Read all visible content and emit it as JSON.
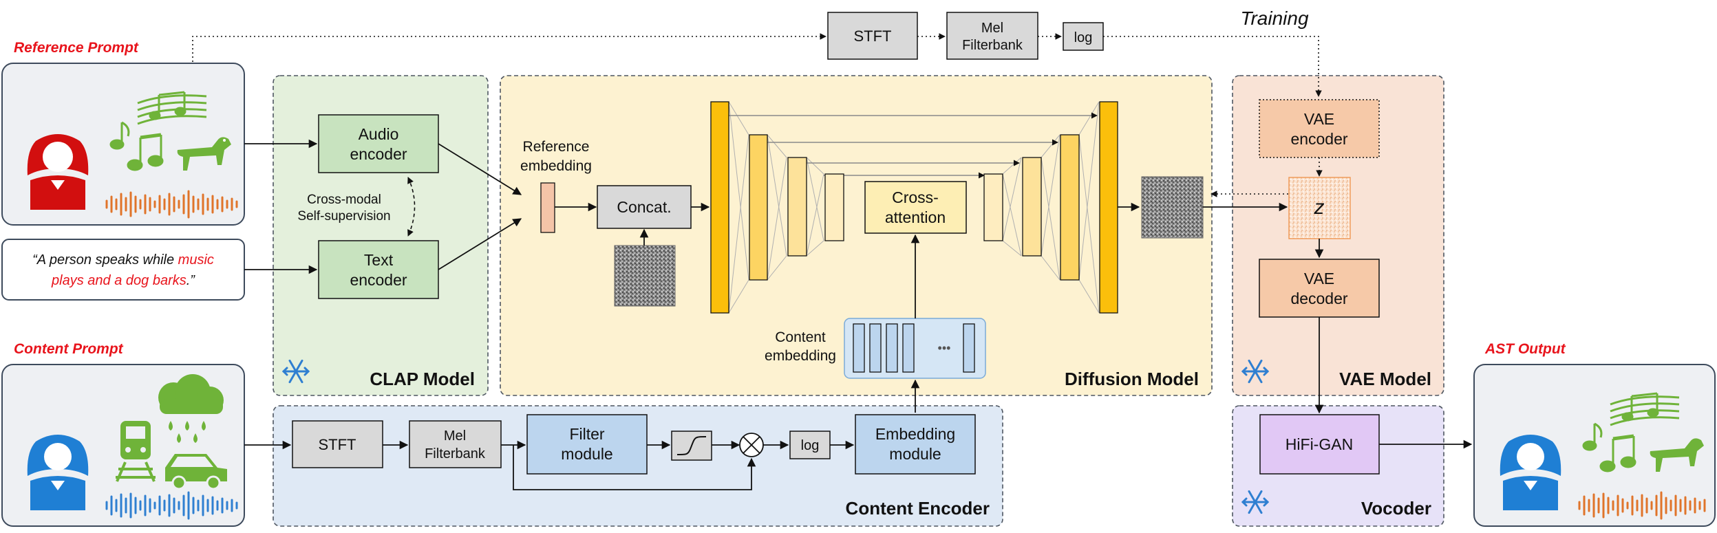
{
  "labels": {
    "training": "Training",
    "reference_prompt": "Reference Prompt",
    "content_prompt": "Content Prompt",
    "ast_output": "AST Output",
    "text_prompt": {
      "open_quote": "“A person speaks while ",
      "highlight_1": "music",
      "highlight_2": "plays and a dog barks",
      "close_quote": ".”"
    },
    "cross_modal": [
      "Cross-modal",
      "Self-supervision"
    ],
    "reference_embedding": [
      "Reference",
      "embedding"
    ],
    "content_embedding": [
      "Content",
      "embedding"
    ],
    "embedding_dots": "•••"
  },
  "top_pipeline": {
    "stft": "STFT",
    "mel": [
      "Mel",
      "Filterbank"
    ],
    "log": "log"
  },
  "clap": {
    "title": "CLAP Model",
    "audio_encoder": [
      "Audio",
      "encoder"
    ],
    "text_encoder": [
      "Text",
      "encoder"
    ]
  },
  "diffusion": {
    "title": "Diffusion Model",
    "concat": "Concat.",
    "cross_attention": [
      "Cross-",
      "attention"
    ]
  },
  "vae": {
    "title": "VAE Model",
    "encoder": [
      "VAE",
      "encoder"
    ],
    "latent": "z",
    "decoder": [
      "VAE",
      "decoder"
    ]
  },
  "vocoder": {
    "title": "Vocoder",
    "hifigan": "HiFi-GAN"
  },
  "content_encoder": {
    "title": "Content Encoder",
    "stft": "STFT",
    "mel": [
      "Mel",
      "Filterbank"
    ],
    "filter_module": [
      "Filter",
      "module"
    ],
    "log": "log",
    "embedding_module": [
      "Embedding",
      "module"
    ]
  },
  "colors": {
    "accent_red": "#e8141c",
    "clap_bg": "#e4f0dc",
    "clap_box": "#c8e3bf",
    "diffusion_bg": "#fdf2d1",
    "vae_bg": "#f9e3d6",
    "vae_box": "#f6c9a8",
    "vocoder_bg": "#e7e2f8",
    "vocoder_box": "#e1c8f5",
    "content_bg": "#dfe9f5",
    "content_box": "#bcd5ee",
    "unet_outer": "#fbbf0b",
    "unet_inner": "#fde9a6"
  },
  "icons": [
    "person-icon",
    "music-notes-icon",
    "dog-icon",
    "waveform-icon",
    "rain-cloud-icon",
    "train-icon",
    "car-icon",
    "snowflake-icon",
    "sigmoid-icon",
    "multiply-icon",
    "noise-image-icon"
  ]
}
